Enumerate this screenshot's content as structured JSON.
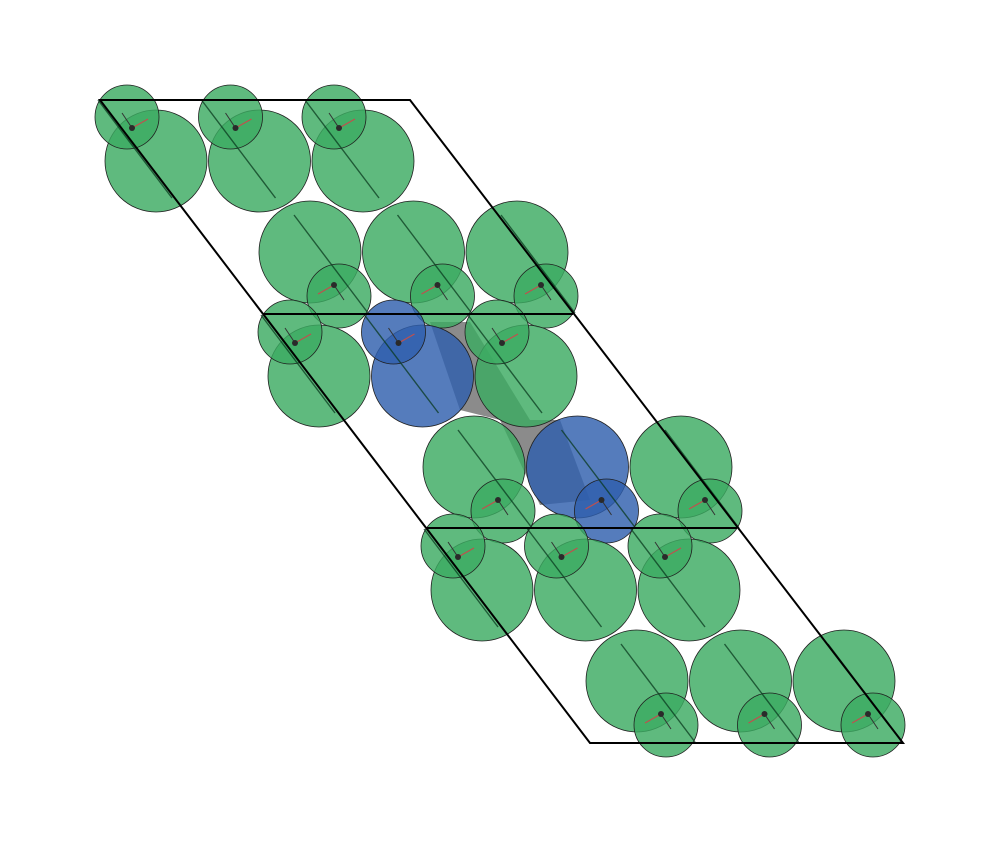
{
  "figure": {
    "kind": "crystal-lattice-structure",
    "supercell": {
      "rows": 2,
      "columns": 3,
      "layers": 2
    },
    "colors": {
      "background": "#ffffff",
      "cell_outline": "#000000",
      "primary_atom": "#3cab62",
      "defect_atom": "#2f5fad",
      "overlap_shadow": "#777777",
      "atom_stroke": "#1f1f1f",
      "bond_dark": "#333333",
      "bond_red": "#c0504d",
      "center_dot": "#2a2a2a"
    },
    "atom_types": [
      {
        "name": "primary",
        "color": "#3cab62"
      },
      {
        "name": "defect",
        "color": "#2f5fad"
      }
    ],
    "defect_sites": [
      {
        "layer": 1,
        "row": 0,
        "column": 1
      },
      {
        "layer": 1,
        "row": 1,
        "column": 1
      }
    ],
    "layer_orientation": [
      "lobe-up",
      "lobe-down",
      "lobe-up",
      "lobe-down"
    ]
  }
}
